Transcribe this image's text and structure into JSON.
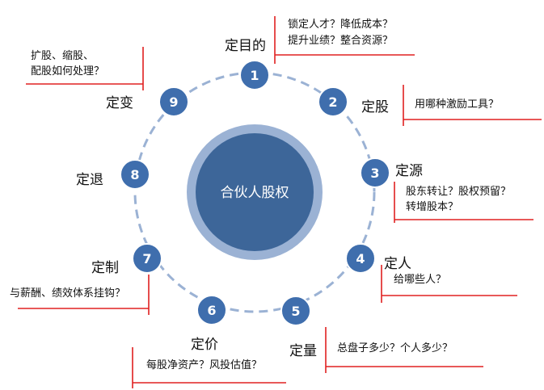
{
  "center": {
    "label": "合伙人股权"
  },
  "nodes": [
    {
      "number": "1",
      "title": "定目的",
      "question_lines": [
        "锁定人才？降低成本？",
        "提升业绩？整合资源？"
      ]
    },
    {
      "number": "2",
      "title": "定股",
      "question_lines": [
        "用哪种激励工具？"
      ]
    },
    {
      "number": "3",
      "title": "定源",
      "question_lines": [
        "股东转让？股权预留？",
        "转增股本？"
      ]
    },
    {
      "number": "4",
      "title": "定人",
      "question_lines": [
        "给哪些人？"
      ]
    },
    {
      "number": "5",
      "title": "定量",
      "question_lines": [
        "总盘子多少？个人多少？"
      ]
    },
    {
      "number": "6",
      "title": "定价",
      "question_lines": [
        "每股净资产？风投估值？"
      ]
    },
    {
      "number": "7",
      "title": "定制",
      "question_lines": [
        "与薪酬、绩效体系挂钩？"
      ]
    },
    {
      "number": "8",
      "title": "定退",
      "question_lines": []
    },
    {
      "number": "9",
      "title": "定变",
      "question_lines": [
        "扩股、缩股、",
        "配股如何处理？"
      ]
    }
  ],
  "colors": {
    "node_fill": "#3f6ead",
    "center_fill": "#3d6699",
    "center_ring": "#9bb2d4",
    "dashed_ring": "#9bb2d4",
    "bracket": "#e02020"
  }
}
